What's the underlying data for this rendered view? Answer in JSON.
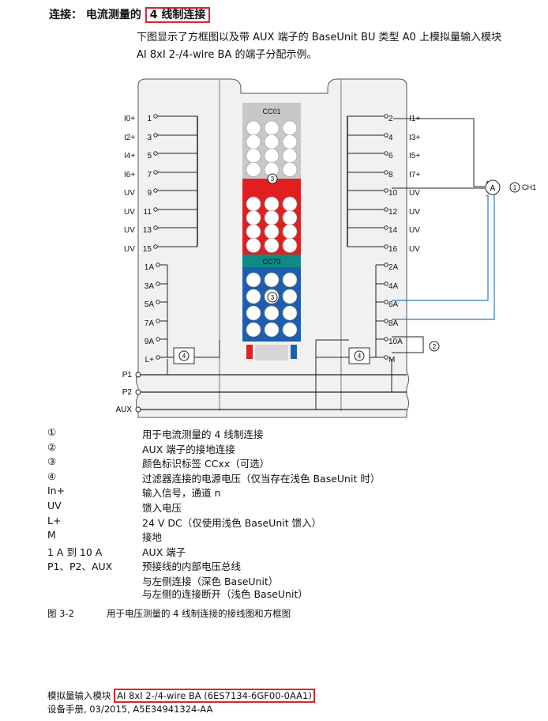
{
  "heading": {
    "prefix": "连接： 电流测量的 ",
    "highlight": "4 线制连接"
  },
  "intro": {
    "line1": "下图显示了方框图以及带 AUX 端子的 BaseUnit BU 类型 A0 上模拟量输入模块",
    "line2": "AI 8xI 2-/4-wire BA 的端子分配示例。"
  },
  "diagram": {
    "left_signals": [
      "I0+",
      "I2+",
      "I4+",
      "I6+",
      "UV",
      "UV",
      "UV",
      "UV"
    ],
    "left_numbers": [
      "1",
      "3",
      "5",
      "7",
      "9",
      "11",
      "13",
      "15"
    ],
    "right_numbers": [
      "2",
      "4",
      "6",
      "8",
      "10",
      "12",
      "14",
      "16"
    ],
    "right_signals": [
      "I1+",
      "I3+",
      "I5+",
      "I7+",
      "UV",
      "UV",
      "UV",
      "UV"
    ],
    "left_aux": [
      "1A",
      "3A",
      "5A",
      "7A",
      "9A",
      "L+"
    ],
    "right_aux": [
      "2A",
      "4A",
      "6A",
      "8A",
      "10A",
      "M"
    ],
    "label_cc01": "CC01",
    "label_cc73": "CC73",
    "bus_labels": [
      "P1",
      "P2",
      "AUX"
    ],
    "ammeter": "A",
    "channel": "CH1",
    "callouts": [
      "①",
      "②",
      "③",
      "④"
    ],
    "colors": {
      "red_block": "#e02020",
      "blue_block": "#1d5fae",
      "teal_block": "#0f8a86",
      "gray_block": "#c8c8c8",
      "wire_blue": "#2f79c0"
    }
  },
  "legend": [
    {
      "key": "①",
      "value": "用于电流测量的 4 线制连接"
    },
    {
      "key": "②",
      "value": "AUX 端子的接地连接"
    },
    {
      "key": "③",
      "value": "颜色标识标签 CCxx（可选）"
    },
    {
      "key": "④",
      "value": "过滤器连接的电源电压（仅当存在浅色 BaseUnit 时）"
    },
    {
      "key": "In+",
      "value": "输入信号，通道 n"
    },
    {
      "key": "UV",
      "value": "馈入电压"
    },
    {
      "key": "L+",
      "value": "24 V DC（仅使用浅色 BaseUnit 馈入）"
    },
    {
      "key": "M",
      "value": "接地"
    },
    {
      "key": "1 A 到 10 A",
      "value": "AUX 端子"
    },
    {
      "key": "P1、P2、AUX",
      "value": "预接线的内部电压总线"
    }
  ],
  "legend_extra": [
    "与左侧连接（深色 BaseUnit）",
    "与左侧的连接断开（浅色 BaseUnit）"
  ],
  "figure": {
    "number": "图 3-2",
    "title": "用于电压测量的 4 线制连接的接线图和方框图"
  },
  "footer": {
    "line1_prefix": "模拟量输入模块 ",
    "line1_highlight": "AI 8xI 2-/4-wire BA (6ES7134-6GF00-0AA1)",
    "line2": "设备手册, 03/2015, A5E34941324-AA"
  }
}
